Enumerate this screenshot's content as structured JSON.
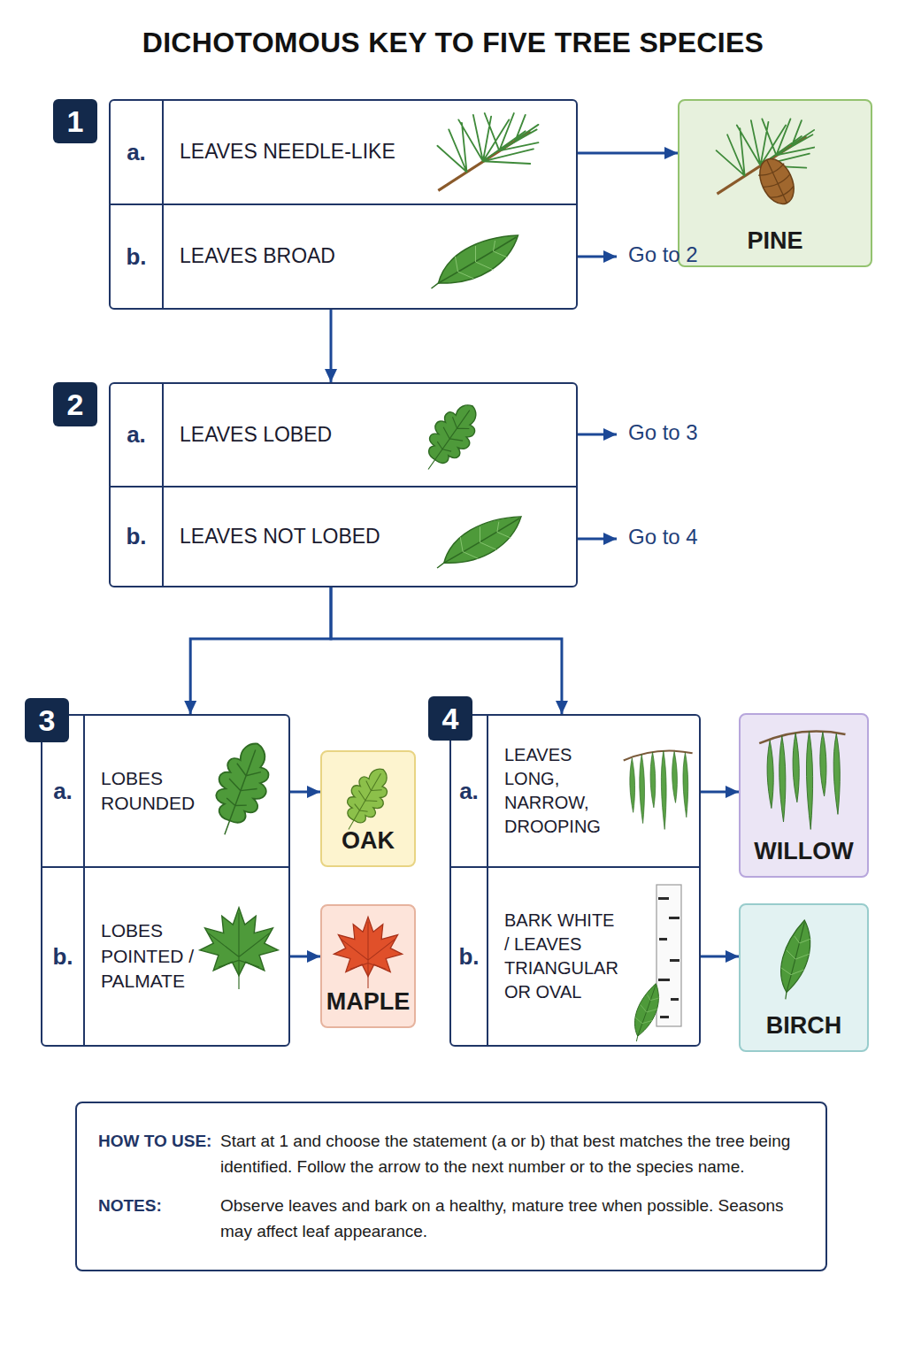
{
  "diagram": {
    "title": "DICHOTOMOUS KEY TO FIVE TREE SPECIES",
    "nodes": [
      {
        "text": [
          "1"
        ]
      },
      {
        "text": [
          "a.",
          "LEAVES NEEDLE-LIKE"
        ],
        "in": 0
      },
      {
        "text": [
          "b.",
          "LEAVES BROAD"
        ],
        "in": 0
      },
      {
        "text": [
          "PINE"
        ]
      },
      {
        "text": [
          "2"
        ]
      },
      {
        "text": [
          "a.",
          "LEAVES LOBED"
        ],
        "in": 4
      },
      {
        "text": [
          "b.",
          "LEAVES NOT LOBED"
        ],
        "in": 4
      },
      {
        "text": [
          "3"
        ]
      },
      {
        "text": [
          "a.",
          "LOBES ROUNDED"
        ],
        "in": 7
      },
      {
        "text": [
          "b.",
          "LOBES POINTED / PALMATE"
        ],
        "in": 7
      },
      {
        "text": [
          "OAK"
        ]
      },
      {
        "text": [
          "MAPLE"
        ]
      },
      {
        "text": [
          "4"
        ]
      },
      {
        "text": [
          "a.",
          "LEAVES LONG, NARROW, DROOPING"
        ],
        "in": 12
      },
      {
        "text": [
          "b.",
          "BARK WHITE / LEAVES TRIANGULAR OR OVAL"
        ],
        "in": 12
      },
      {
        "text": [
          "WILLOW"
        ]
      },
      {
        "text": [
          "BIRCH"
        ]
      },
      {
        "text": [
          "HOW TO USE:",
          "Start at 1 and choose the statement (a or b) that best matches the tree being identified. Follow the arrow to the next number or to the species name.",
          "NOTES:",
          "Observe leaves and bark on a healthy, mature tree when possible. Seasons may affect leaf appearance."
        ]
      }
    ],
    "edges": [
      {
        "from": 1,
        "to": 3,
        "arrow": "to"
      },
      {
        "from": 0,
        "to": 4,
        "arrow": "to"
      },
      {
        "from": 4,
        "to": 7,
        "arrow": "to"
      },
      {
        "from": 4,
        "to": 12,
        "arrow": "to"
      },
      {
        "from": 8,
        "to": 10,
        "arrow": "to"
      },
      {
        "from": 9,
        "to": 11,
        "arrow": "to"
      },
      {
        "from": 13,
        "to": 15,
        "arrow": "to"
      },
      {
        "from": 14,
        "to": 16,
        "arrow": "to"
      }
    ],
    "labels": [
      "Go to 2",
      "Go to 3",
      "Go to 4"
    ]
  }
}
